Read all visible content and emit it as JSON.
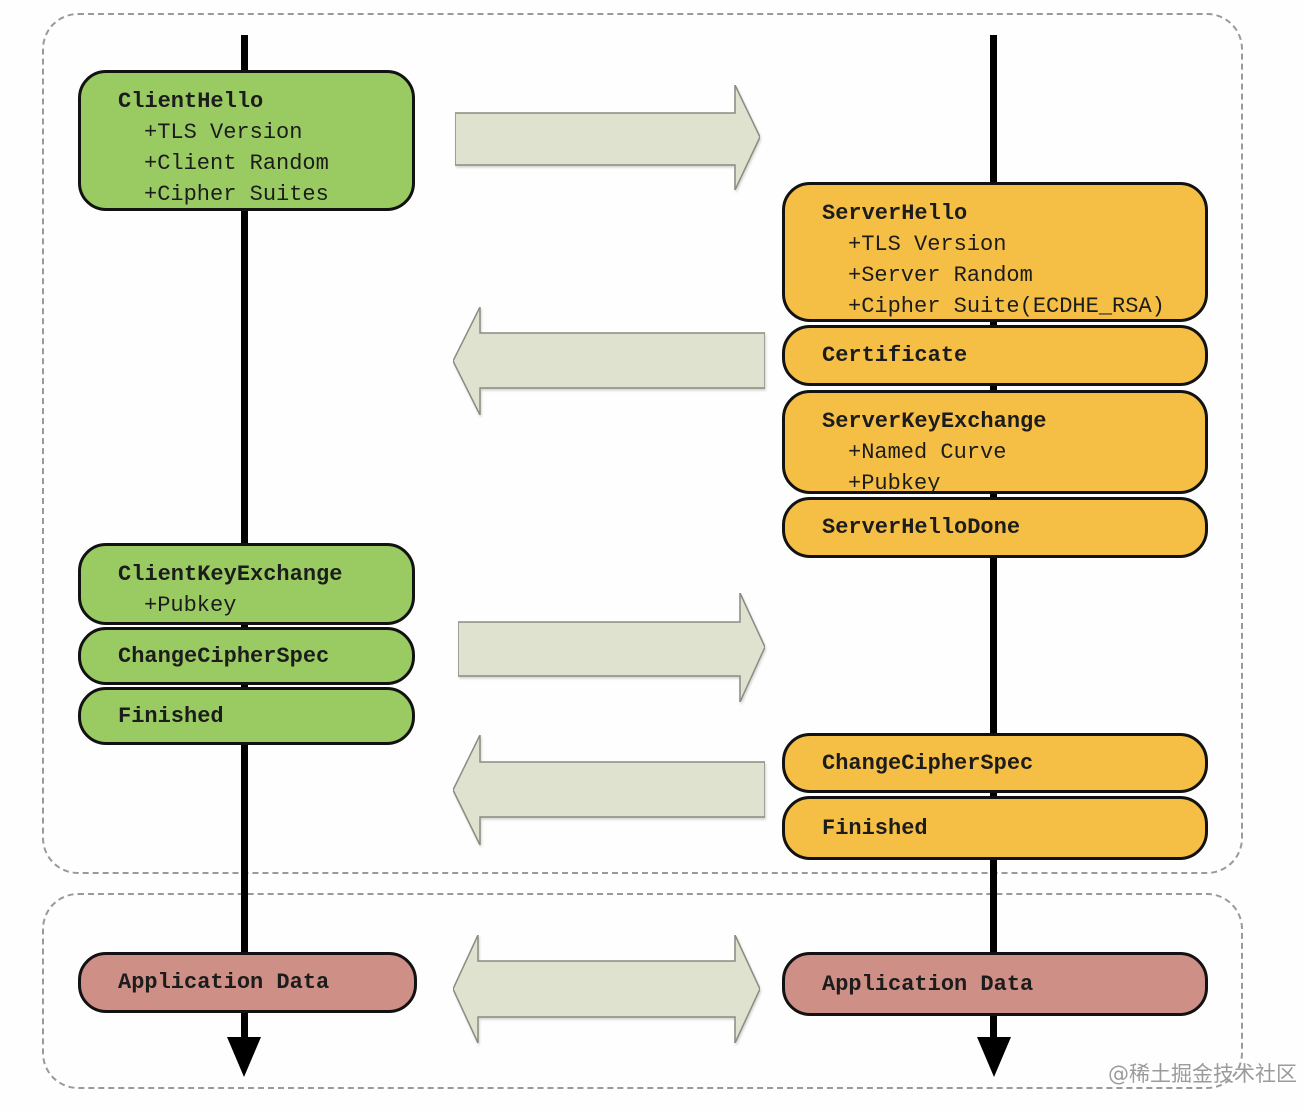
{
  "watermark": "@稀土掘金技术社区",
  "colors": {
    "client_box": "#9acb62",
    "server_box": "#f5bf45",
    "app_data_box": "#ce8f86",
    "arrow_fill": "#e0e2d0",
    "arrow_border": "#8b8b82",
    "box_border": "#121212",
    "lifeline": "#000000",
    "region_border": "#9a9a9a"
  },
  "client": {
    "messages": [
      {
        "title": "ClientHello",
        "items": [
          "+TLS Version",
          "+Client Random",
          "+Cipher Suites"
        ]
      },
      {
        "title": "ClientKeyExchange",
        "items": [
          "+Pubkey"
        ]
      },
      {
        "title": "ChangeCipherSpec",
        "items": []
      },
      {
        "title": "Finished",
        "items": []
      },
      {
        "title": "Application Data",
        "items": []
      }
    ]
  },
  "server": {
    "messages": [
      {
        "title": "ServerHello",
        "items": [
          "+TLS Version",
          "+Server Random",
          "+Cipher Suite(ECDHE_RSA)"
        ]
      },
      {
        "title": "Certificate",
        "items": []
      },
      {
        "title": "ServerKeyExchange",
        "items": [
          "+Named Curve",
          "+Pubkey"
        ]
      },
      {
        "title": "ServerHelloDone",
        "items": []
      },
      {
        "title": "ChangeCipherSpec",
        "items": []
      },
      {
        "title": "Finished",
        "items": []
      },
      {
        "title": "Application Data",
        "items": []
      }
    ]
  },
  "arrows": [
    {
      "direction": "right",
      "from": "client",
      "to": "server"
    },
    {
      "direction": "left",
      "from": "server",
      "to": "client"
    },
    {
      "direction": "right",
      "from": "client",
      "to": "server"
    },
    {
      "direction": "left",
      "from": "server",
      "to": "client"
    },
    {
      "direction": "both",
      "from": "client",
      "to": "server"
    }
  ]
}
